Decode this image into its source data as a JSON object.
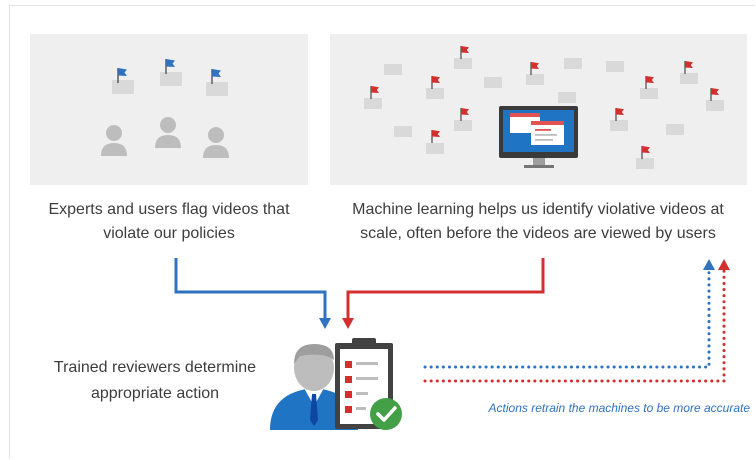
{
  "flagging_panel": {
    "caption_lines": [
      "Experts and users flag videos that",
      "violate our policies"
    ]
  },
  "machine_panel": {
    "caption_lines": [
      "Machine learning helps us identify violative videos at",
      "scale, often before the videos are viewed by users"
    ]
  },
  "review": {
    "text_lines": [
      "Trained reviewers determine",
      "appropriate action"
    ]
  },
  "feedback": {
    "text": "Actions retrain the machines to be more accurate"
  },
  "colors": {
    "human_flag": "#2f72bf",
    "machine_flag": "#d32f2f",
    "panel_bg": "#efefef",
    "placeholder": "#d9d9d9",
    "person": "#bdbdbd",
    "reviewer_suit": "#1f74c4",
    "check": "#43a047"
  },
  "icons": [
    "flag-icon",
    "user-icon",
    "monitor-icon",
    "clipboard-icon",
    "checkmark-icon",
    "reviewer-icon"
  ]
}
